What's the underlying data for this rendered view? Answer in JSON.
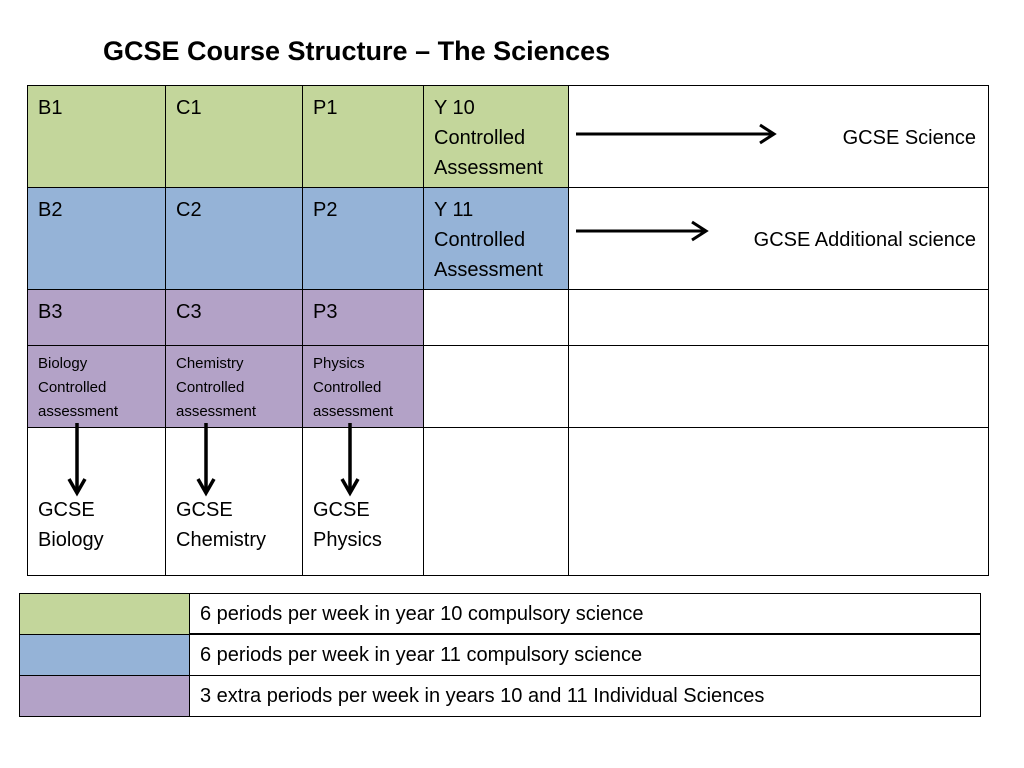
{
  "title": "GCSE Course Structure – The Sciences",
  "colors": {
    "green": "#c3d69b",
    "blue": "#95b3d7",
    "purple": "#b3a2c7"
  },
  "grid": {
    "row1": {
      "b": "B1",
      "c": "C1",
      "p": "P1",
      "assessment": "Y 10 Controlled Assessment",
      "outcome": "GCSE Science"
    },
    "row2": {
      "b": "B2",
      "c": "C2",
      "p": "P2",
      "assessment": "Y 11 Controlled Assessment",
      "outcome": "GCSE Additional science"
    },
    "row3": {
      "b": "B3",
      "c": "C3",
      "p": "P3"
    },
    "row4": {
      "biology": "Biology Controlled assessment",
      "chemistry": "Chemistry Controlled assessment",
      "physics": "Physics Controlled assessment"
    },
    "row5": {
      "biology": "GCSE Biology",
      "chemistry": "GCSE Chemistry",
      "physics": "GCSE Physics"
    }
  },
  "legend": [
    {
      "color": "green",
      "text": "6 periods per week in year 10 compulsory science"
    },
    {
      "color": "blue",
      "text": "6 periods per week in year 11 compulsory science"
    },
    {
      "color": "purple",
      "text": "3 extra periods per week in years 10 and 11 Individual Sciences"
    }
  ]
}
